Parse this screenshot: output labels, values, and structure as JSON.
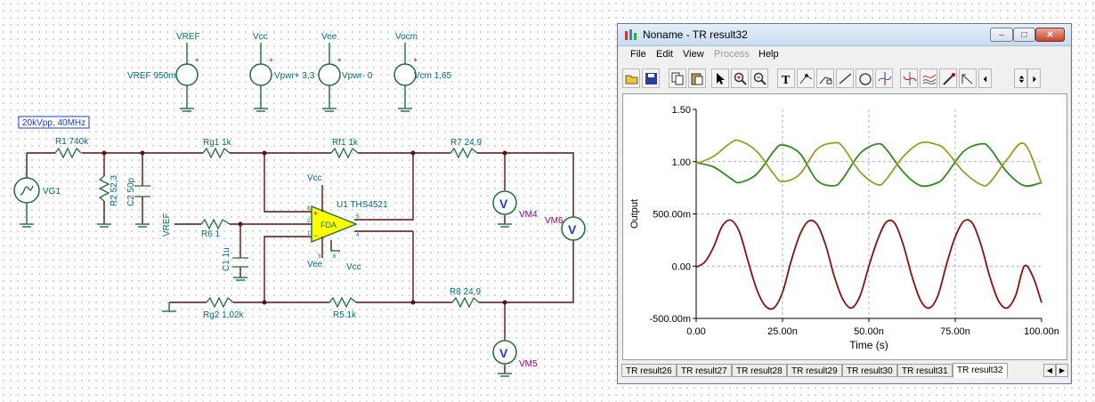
{
  "schematic": {
    "sources": {
      "vref": {
        "name": "VREF",
        "value": "VREF 950m"
      },
      "vcc": {
        "name": "Vcc",
        "value": "Vpwr+ 3,3"
      },
      "vee": {
        "name": "Vee",
        "value": "Vpwr- 0"
      },
      "vocm": {
        "name": "Vocm",
        "value": "Vcm 1,65"
      }
    },
    "generator": {
      "box": "20kVpp, 40MHz",
      "name": "VG1"
    },
    "resistors": {
      "r1": "R1 740k",
      "r2": "R2 52,3",
      "rg1": "Rg1 1k",
      "rf1": "Rf1 1k",
      "r7": "R7 24,9",
      "r6": "R6 1",
      "rg2": "Rg2 1,02k",
      "r5": "R5 1k",
      "r8": "R8 24,9"
    },
    "capacitors": {
      "c2": "C2 50p",
      "c1": "C1 1u"
    },
    "opamp": {
      "name": "U1 THS4521",
      "label": "FDA",
      "vcc_top": "Vcc",
      "vee_bottom": "Vee",
      "vcc_bottom": "Vcc",
      "pins": {
        "p8": "8",
        "p2": "2",
        "p1": "1",
        "p5": "5",
        "p4": "4",
        "p3": "3",
        "p6": "6"
      }
    },
    "node_labels": {
      "vref": "VREF"
    },
    "meters": {
      "vm4": "VM4",
      "vm5": "VM5",
      "vm6": "VM6",
      "symbol": "V"
    }
  },
  "window": {
    "title": "Noname - TR result32",
    "controls": {
      "minimize": "‒",
      "maximize": "□",
      "close": "✕"
    },
    "menu": [
      {
        "label": "File",
        "enabled": true
      },
      {
        "label": "Edit",
        "enabled": true
      },
      {
        "label": "View",
        "enabled": true
      },
      {
        "label": "Process",
        "enabled": false
      },
      {
        "label": "Help",
        "enabled": true
      }
    ],
    "toolbar_icons": [
      "open-icon",
      "save-icon",
      "copy-icon",
      "paste-icon",
      "pointer-icon",
      "zoom-in-icon",
      "zoom-100-icon",
      "text-icon",
      "cursor-a-icon",
      "cursor-b-icon",
      "line-icon",
      "circle-icon",
      "marker-a-icon",
      "marker-b-icon",
      "curve-icon",
      "pen-icon",
      "arrow-icon",
      "nav-left-icon",
      "nav-updown-icon",
      "nav-right-icon"
    ],
    "tabs": [
      "TR result26",
      "TR result27",
      "TR result28",
      "TR result29",
      "TR result30",
      "TR result31",
      "TR result32"
    ],
    "active_tab": "TR result32",
    "tab_nav": {
      "left": "◀",
      "right": "▶"
    }
  },
  "chart_data": {
    "type": "line",
    "xlabel": "Time (s)",
    "ylabel": "Output",
    "xlim": [
      0,
      100
    ],
    "ylim": [
      -0.5,
      1.5
    ],
    "x_ticks": [
      "0.00",
      "25.00n",
      "50.00n",
      "75.00n",
      "100.00n"
    ],
    "y_ticks": [
      "1.50",
      "1.00",
      "500.00m",
      "0.00",
      "-500.00m"
    ],
    "x_tick_values": [
      0,
      25,
      50,
      75,
      100
    ],
    "y_tick_values": [
      1.5,
      1.0,
      0.5,
      0.0,
      -0.5
    ],
    "grid": true,
    "series": [
      {
        "color": "#2e8b1e",
        "x": [
          0,
          5,
          10,
          12.5,
          17.5,
          22.5,
          25,
          30,
          35,
          40,
          42.5,
          47.5,
          52.5,
          55,
          60,
          65,
          70,
          72.5,
          77.5,
          82.5,
          85,
          90,
          95,
          100
        ],
        "y": [
          0.99,
          0.95,
          0.84,
          0.8,
          0.88,
          1.1,
          1.16,
          1.08,
          0.82,
          0.77,
          0.84,
          1.08,
          1.17,
          1.12,
          0.9,
          0.77,
          0.8,
          0.88,
          1.1,
          1.17,
          1.13,
          0.9,
          0.77,
          0.8
        ]
      },
      {
        "color": "#a09a22",
        "x": [
          0,
          5,
          10,
          12.5,
          17.5,
          22.5,
          25,
          30,
          35,
          40,
          42.5,
          47.5,
          52.5,
          55,
          60,
          65,
          70,
          72.5,
          77.5,
          82.5,
          85,
          90,
          95,
          100
        ],
        "y": [
          0.98,
          1.05,
          1.18,
          1.2,
          1.1,
          0.88,
          0.81,
          0.88,
          1.12,
          1.18,
          1.14,
          0.9,
          0.78,
          0.83,
          1.05,
          1.18,
          1.16,
          1.1,
          0.9,
          0.78,
          0.8,
          1.02,
          1.17,
          0.79
        ]
      },
      {
        "color": "#8b1010",
        "x": [
          0,
          2.5,
          5,
          7.5,
          10,
          12.5,
          15,
          17.5,
          20,
          22.5,
          25,
          27.5,
          30,
          32.5,
          35,
          37.5,
          40,
          42.5,
          45,
          47.5,
          50,
          52.5,
          55,
          57.5,
          60,
          62.5,
          65,
          67.5,
          70,
          72.5,
          75,
          77.5,
          80,
          82.5,
          85,
          87.5,
          90,
          92.5,
          95,
          97.5,
          100
        ],
        "y": [
          -0.01,
          0.04,
          0.18,
          0.38,
          0.44,
          0.33,
          0.05,
          -0.22,
          -0.38,
          -0.4,
          -0.25,
          0.05,
          0.3,
          0.43,
          0.4,
          0.2,
          -0.1,
          -0.32,
          -0.4,
          -0.28,
          0.0,
          0.25,
          0.42,
          0.41,
          0.2,
          -0.1,
          -0.33,
          -0.4,
          -0.28,
          0.02,
          0.28,
          0.43,
          0.41,
          0.2,
          -0.1,
          -0.33,
          -0.4,
          -0.28,
          0.0,
          -0.1,
          -0.35
        ]
      }
    ]
  }
}
